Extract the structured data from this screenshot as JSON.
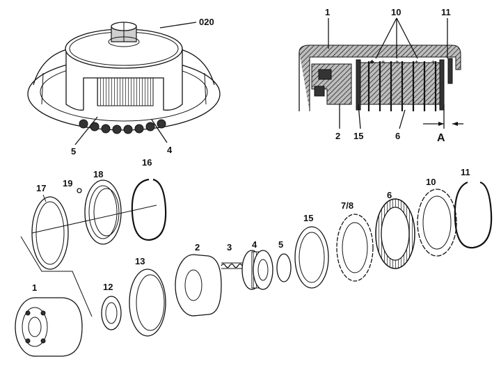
{
  "figure": {
    "labels": {
      "tool": "020",
      "piston_top": "1",
      "discs_top": "10",
      "ring_top": "11",
      "section_2": "2",
      "section_15": "15",
      "section_6": "6",
      "clearance": "A",
      "tool_5": "5",
      "tool_4": "4",
      "seal_17": "17",
      "ball_19": "19",
      "seal_18": "18",
      "snap_16": "16",
      "piston_2": "2",
      "spring_3": "3",
      "bearing_4": "4",
      "ring_5": "5",
      "disc_15": "15",
      "disc_78": "7/8",
      "disc_6": "6",
      "disc_10": "10",
      "snap_11": "11",
      "seal_13": "13",
      "seal_12": "12",
      "carrier_1": "1"
    }
  }
}
